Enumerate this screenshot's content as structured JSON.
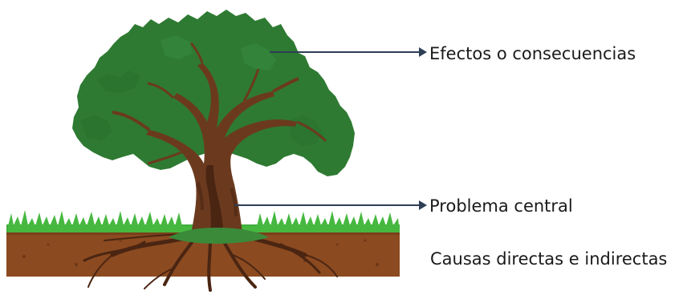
{
  "labels": {
    "effects": "Efectos o consecuencias",
    "problem": "Problema central",
    "causes": "Causas directas e indirectas"
  },
  "colors": {
    "foliage": "#2e7a32",
    "foliage_dark": "#1f5e24",
    "trunk": "#6b3a1e",
    "trunk_dark": "#4a2512",
    "soil": "#8b4a20",
    "grass": "#3fae3a",
    "arrow": "#2d3e55"
  }
}
